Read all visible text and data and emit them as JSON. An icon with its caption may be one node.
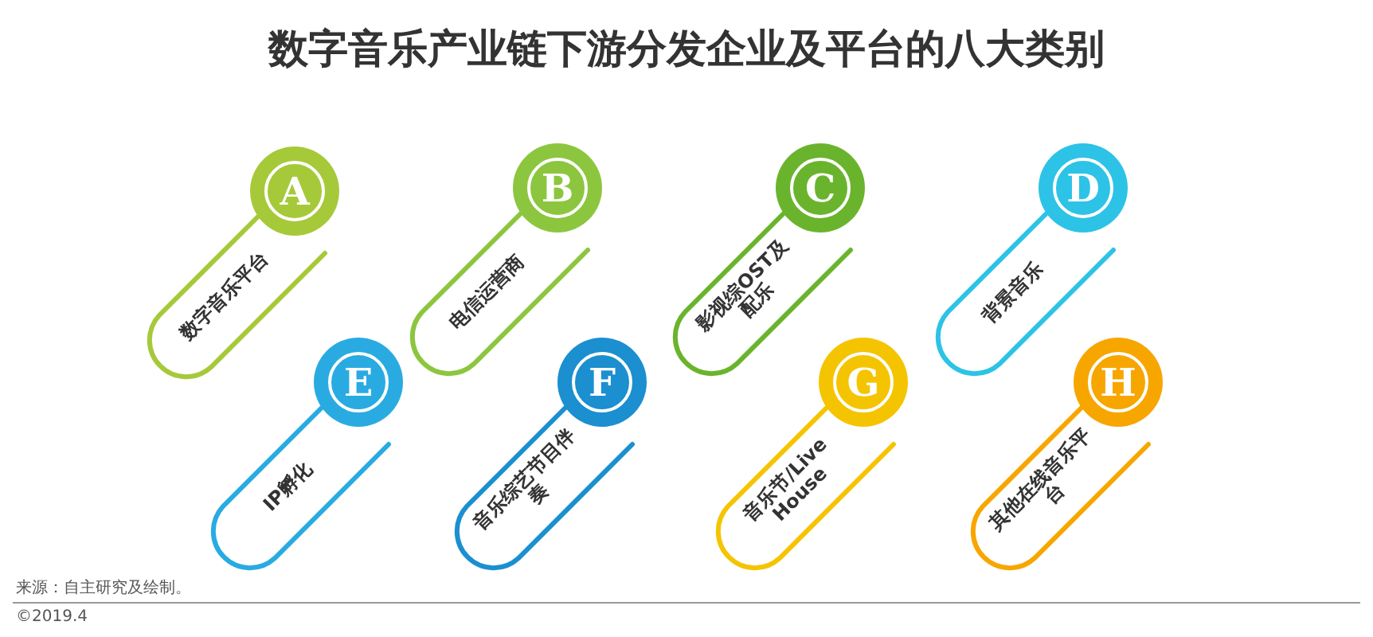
{
  "diagram": {
    "title": "数字音乐产业链下游分发企业及平台的八大类别",
    "nodes": [
      {
        "text": [
          "A",
          "数字音乐平台"
        ]
      },
      {
        "text": [
          "B",
          "电信运营商"
        ]
      },
      {
        "text": [
          "C",
          "影视综OST及配乐"
        ]
      },
      {
        "text": [
          "D",
          "背景音乐"
        ]
      },
      {
        "text": [
          "E",
          "IP孵化"
        ]
      },
      {
        "text": [
          "F",
          "音乐综艺节目伴奏"
        ]
      },
      {
        "text": [
          "G",
          "音乐节/Live House"
        ]
      },
      {
        "text": [
          "H",
          "其他在线音乐平台"
        ]
      }
    ],
    "labels": [
      "来源：自主研究及绘制。",
      "©2019.4"
    ]
  }
}
